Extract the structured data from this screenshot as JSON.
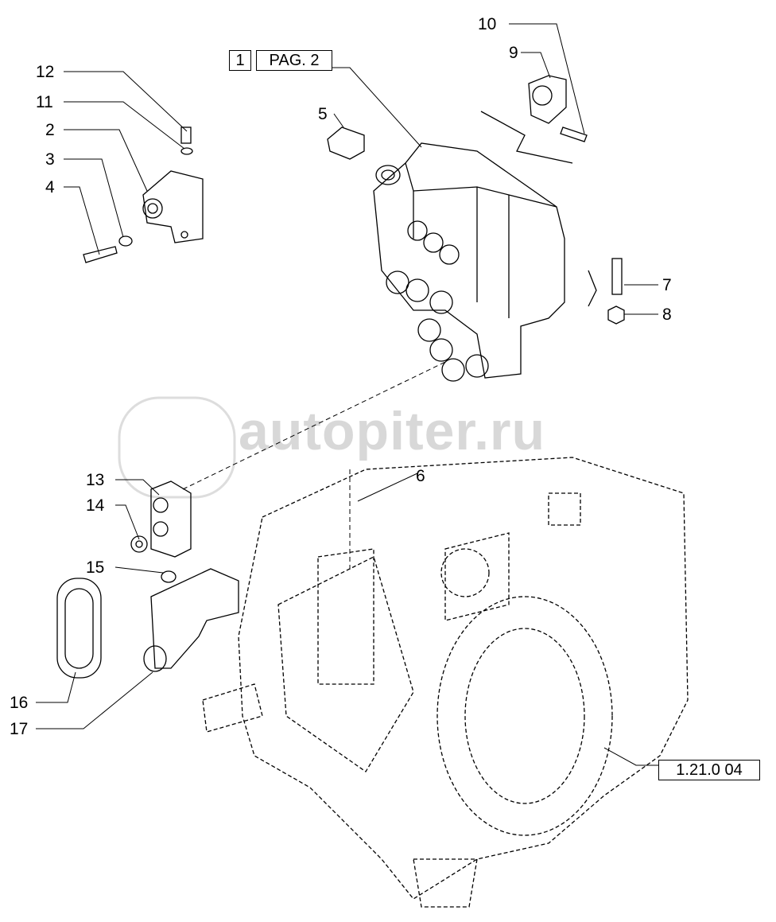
{
  "watermark": "autopiter.ru",
  "references": {
    "page_num": "1",
    "page_label": "PAG. 2",
    "group_ref": "1.21.0 04"
  },
  "callouts": [
    "12",
    "11",
    "2",
    "3",
    "4",
    "5",
    "10",
    "9",
    "7",
    "8",
    "6",
    "13",
    "14",
    "15",
    "16",
    "17"
  ]
}
